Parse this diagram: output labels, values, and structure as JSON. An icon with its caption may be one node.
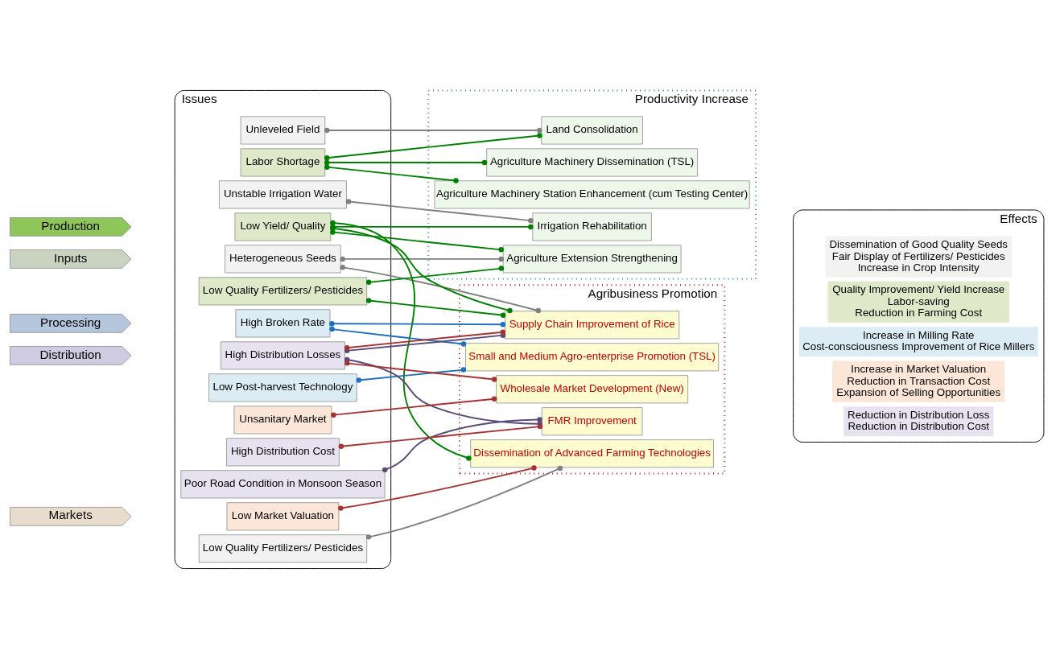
{
  "diagram": {
    "nodes": [
      {
        "text": [
          "Inputs"
        ]
      },
      {
        "text": [
          "Production"
        ]
      },
      {
        "text": [
          "Processing"
        ]
      },
      {
        "text": [
          "Distribution"
        ]
      },
      {
        "text": [
          "Markets"
        ]
      },
      {
        "text": [
          "Issues"
        ]
      },
      {
        "text": [
          "Heterogeneous Seeds"
        ],
        "in": 5
      },
      {
        "text": [
          "Unstable Irrigation Water"
        ],
        "in": 5
      },
      {
        "text": [
          "Low Quality Fertilizers/ Pesticides"
        ],
        "in": 5
      },
      {
        "text": [
          "Unleveled Field"
        ],
        "in": 5
      },
      {
        "text": [
          "Low Yield/ Quality"
        ],
        "in": 5
      },
      {
        "text": [
          "Low Quality Fertilizers/ Pesticides"
        ],
        "in": 5
      },
      {
        "text": [
          "Low Post-harvest Technology"
        ],
        "in": 5
      },
      {
        "text": [
          "Labor Shortage"
        ],
        "in": 5
      },
      {
        "text": [
          "High Broken Rate"
        ],
        "in": 5
      },
      {
        "text": [
          "High Distribution Losses"
        ],
        "in": 5
      },
      {
        "text": [
          "Poor Road Condition in Monsoon Season"
        ],
        "in": 5
      },
      {
        "text": [
          "High Distribution Cost"
        ],
        "in": 5
      },
      {
        "text": [
          "Low Market Valuation"
        ],
        "in": 5
      },
      {
        "text": [
          "Unsanitary Market"
        ],
        "in": 5
      },
      {
        "text": [
          "Productivity Increase"
        ]
      },
      {
        "text": [
          "Land Consolidation"
        ],
        "in": 20
      },
      {
        "text": [
          "Agriculture Extension Strengthening"
        ],
        "in": 20
      },
      {
        "text": [
          "Agriculture Machinery Station Enhancement (cum Testing Center)"
        ],
        "in": 20
      },
      {
        "text": [
          "Agriculture Machinery Dissemination (TSL)"
        ],
        "in": 20
      },
      {
        "text": [
          "Irrigation Rehabilitation"
        ],
        "in": 20
      },
      {
        "text": [
          "Agribusiness Promotion"
        ]
      },
      {
        "text": [
          "FMR Improvement"
        ],
        "in": 26
      },
      {
        "text": [
          "Wholesale Market Development (New)"
        ],
        "in": 26
      },
      {
        "text": [
          "Small and Medium Agro-enterprise Promotion (TSL)"
        ],
        "in": 26
      },
      {
        "text": [
          "Supply Chain Improvement of Rice"
        ],
        "in": 26
      },
      {
        "text": [
          "Dissemination of Advanced Farming Technologies"
        ],
        "in": 26
      },
      {
        "text": [
          "Effects"
        ]
      },
      {
        "text": [
          "Dissemination of Good Quality Seeds",
          "Fair Display of Fertilizers/ Pesticides",
          "Increase in Crop Intensity"
        ],
        "in": 32
      },
      {
        "text": [
          "Quality Improvement/ Yield Increase",
          "Labor-saving",
          "Reduction in Farming Cost"
        ],
        "in": 32
      },
      {
        "text": [
          "Increase in Milling Rate",
          "Cost-consciousness Improvement of Rice Millers"
        ],
        "in": 32
      },
      {
        "text": [
          "Reduction in Distribution Loss",
          "Reduction in Distribution Cost"
        ],
        "in": 32
      },
      {
        "text": [
          "Increase in Market Valuation",
          "Reduction in Transaction Cost",
          "Expansion of Selling Opportunities"
        ],
        "in": 32
      }
    ],
    "edges": [
      {
        "from": 6,
        "to": 22,
        "arrow": "other",
        "color": "#808080"
      },
      {
        "from": 6,
        "to": 30,
        "arrow": "other",
        "color": "#808080"
      },
      {
        "from": 7,
        "to": 25,
        "arrow": "other",
        "color": "#808080"
      },
      {
        "from": 8,
        "to": 31,
        "arrow": "other",
        "color": "#808080"
      },
      {
        "from": 9,
        "to": 21,
        "arrow": "other",
        "color": "#808080"
      },
      {
        "from": 10,
        "to": 22,
        "arrow": "other",
        "color": "#008000"
      },
      {
        "from": 10,
        "to": 25,
        "arrow": "other",
        "color": "#008000"
      },
      {
        "from": 10,
        "to": 30,
        "arrow": "other",
        "color": "#008000"
      },
      {
        "from": 10,
        "to": 31,
        "arrow": "other",
        "color": "#008000"
      },
      {
        "from": 11,
        "to": 22,
        "arrow": "other",
        "color": "#008000"
      },
      {
        "from": 11,
        "to": 30,
        "arrow": "other",
        "color": "#008000"
      },
      {
        "from": 13,
        "to": 21,
        "arrow": "other",
        "color": "#008000"
      },
      {
        "from": 13,
        "to": 23,
        "arrow": "other",
        "color": "#008000"
      },
      {
        "from": 13,
        "to": 24,
        "arrow": "other",
        "color": "#008000"
      },
      {
        "from": 12,
        "to": 29,
        "arrow": "other",
        "color": "#1f6fbf"
      },
      {
        "from": 14,
        "to": 29,
        "arrow": "other",
        "color": "#1f6fbf"
      },
      {
        "from": 14,
        "to": 30,
        "arrow": "other",
        "color": "#1f6fbf"
      },
      {
        "from": 15,
        "to": 27,
        "arrow": "other",
        "color": "#5a4a78"
      },
      {
        "from": 15,
        "to": 30,
        "arrow": "other",
        "color": "#5a4a78"
      },
      {
        "from": 16,
        "to": 27,
        "arrow": "other",
        "color": "#5a4a78"
      },
      {
        "from": 17,
        "to": 27,
        "arrow": "other",
        "color": "#a83232"
      },
      {
        "from": 15,
        "to": 28,
        "arrow": "other",
        "color": "#a83232"
      },
      {
        "from": 15,
        "to": 30,
        "arrow": "other",
        "color": "#a83232"
      },
      {
        "from": 18,
        "to": 31,
        "arrow": "other",
        "color": "#a83232"
      },
      {
        "from": 19,
        "to": 28,
        "arrow": "other",
        "color": "#a83232"
      }
    ]
  }
}
